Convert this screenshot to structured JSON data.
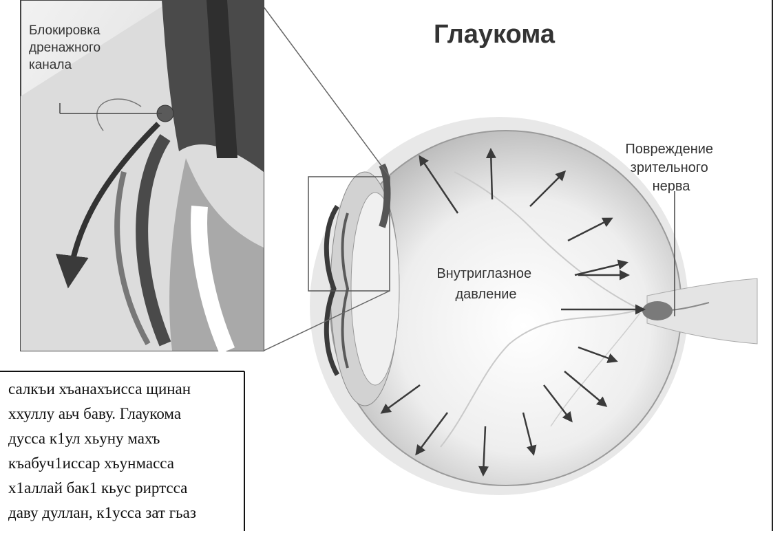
{
  "title": "Глаукома",
  "labels": {
    "drainage_block": [
      "Блокировка",
      "дренажного",
      "канала"
    ],
    "nerve_damage": [
      "Повреждение",
      "зрительного",
      "нерва"
    ],
    "pressure": [
      "Внутриглазное",
      "давление"
    ]
  },
  "caption_lines": [
    "салкъи хъанахъисса щинан",
    "ххуллу аьч баву. Глаукома",
    "дусса к1ул хьуну махъ",
    "къабуч1иссар хъунмасса",
    "х1аллай бак1 кьус риртсса",
    "даву дуллан, к1усса зат гьаз"
  ],
  "colors": {
    "line": "#555555",
    "eye_tissue": "#d9d9d9",
    "dark_tissue": "#4a4a4a",
    "arrow": "#3a3a3a"
  }
}
